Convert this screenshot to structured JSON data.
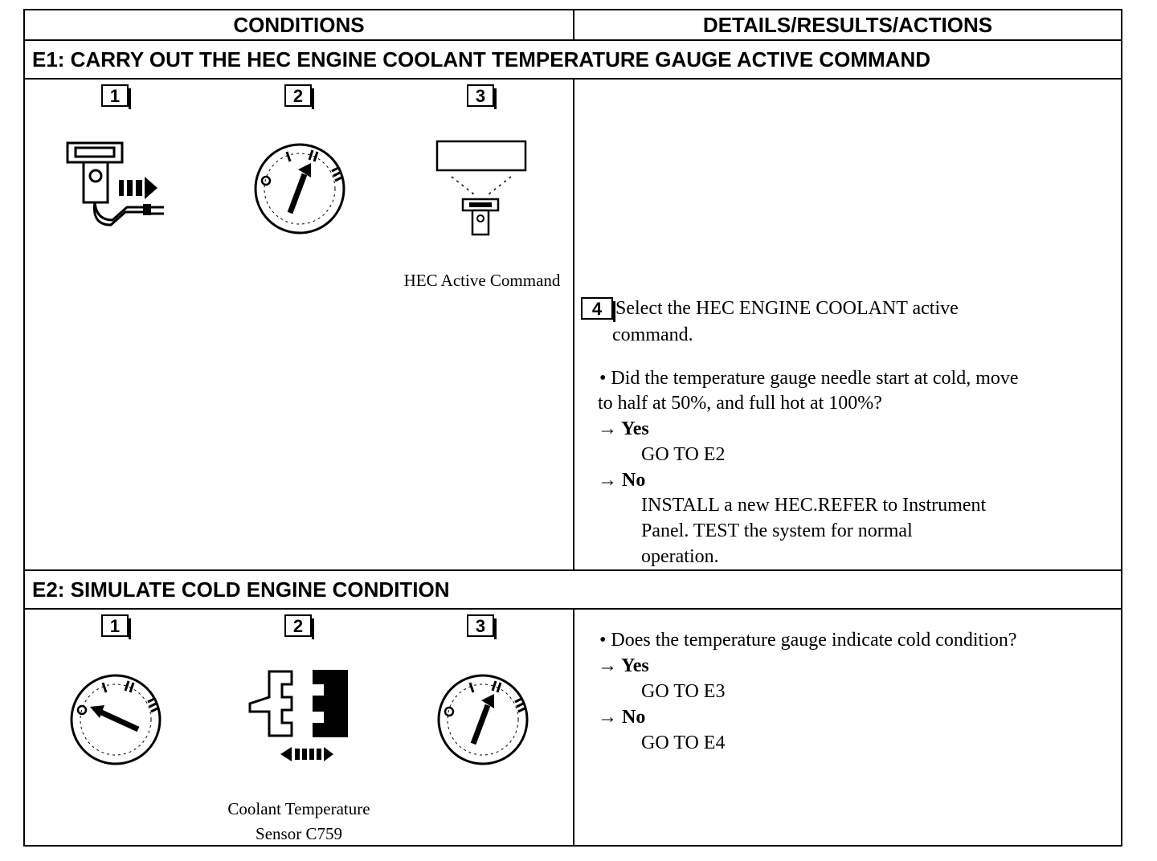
{
  "header": {
    "conditions": "CONDITIONS",
    "details": "DETAILS/RESULTS/ACTIONS"
  },
  "e1": {
    "title": "E1: CARRY OUT THE HEC ENGINE COOLANT TEMPERATURE GAUGE ACTIVE COMMAND",
    "steps": [
      "1",
      "2",
      "3"
    ],
    "caption": "HEC Active Command",
    "step4_num": "4",
    "step4_line1": "Select the HEC ENGINE COOLANT active",
    "step4_line2": "command.",
    "question_line1": "• Did the temperature gauge needle start at cold, move",
    "question_line2": "to half at 50%, and full hot at 100%?",
    "yes_label": "→ Yes",
    "yes_action": "GO TO E2",
    "no_label": "→ No",
    "no_line1": "INSTALL a new HEC.REFER to Instrument",
    "no_line2": "Panel. TEST the system for normal",
    "no_line3": "operation."
  },
  "e2": {
    "title": "E2: SIMULATE COLD ENGINE CONDITION",
    "steps": [
      "1",
      "2",
      "3"
    ],
    "caption_line1": "Coolant Temperature",
    "caption_line2": "Sensor C759",
    "question": "• Does the temperature gauge indicate cold condition?",
    "yes_label": "→ Yes",
    "yes_action": "GO TO E3",
    "no_label": "→ No",
    "no_action": "GO TO E4"
  },
  "icons": [
    "scan-tool-connect-icon",
    "ignition-on-icon",
    "scan-tool-screen-icon",
    "ignition-off-icon",
    "connector-disconnect-icon"
  ],
  "colors": {
    "ink": "#000000",
    "paper": "#ffffff"
  }
}
